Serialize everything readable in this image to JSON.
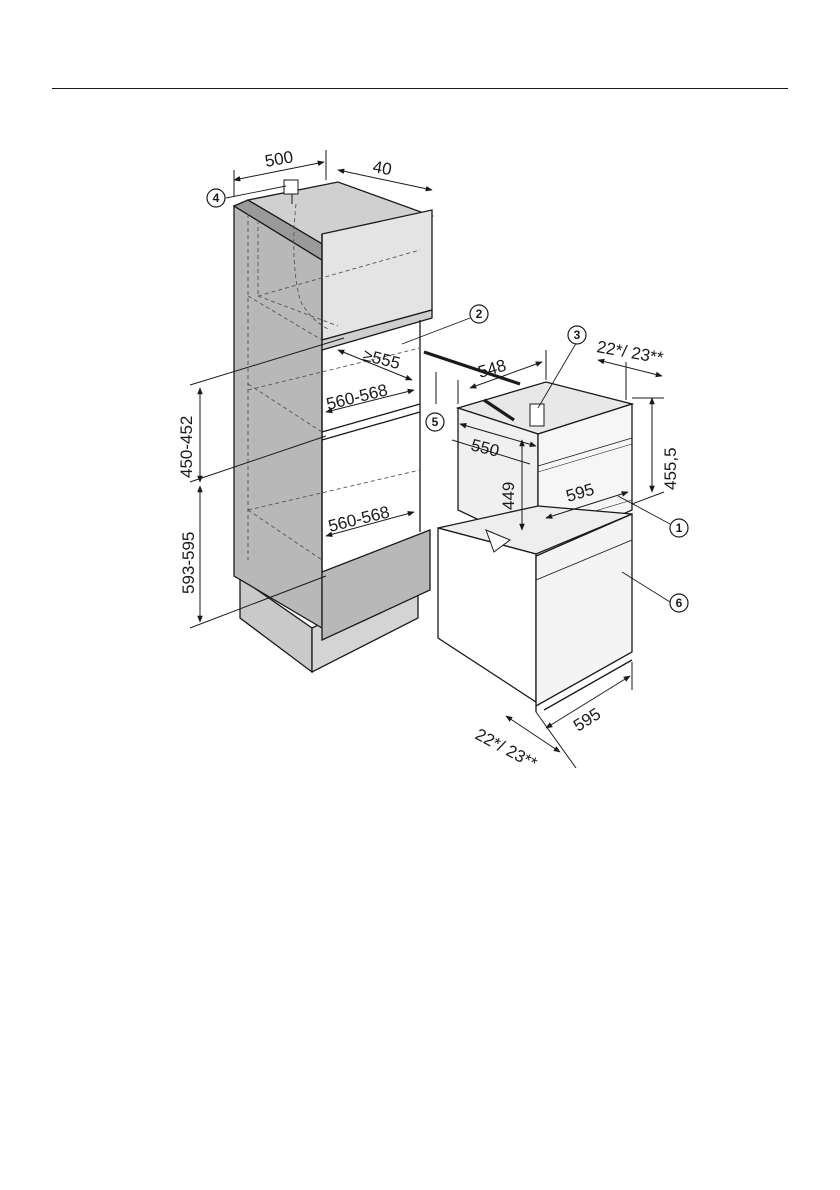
{
  "dimensions": {
    "top_depth": "500",
    "top_gap": "40",
    "niche_depth_min": "≥555",
    "niche_width_upper": "560-568",
    "niche_height": "450-452",
    "niche_width_lower": "560-568",
    "lower_height": "593-595",
    "appliance_depth": "548",
    "appliance_body_depth": "550",
    "front_thickness_top": "22*/ 23**",
    "appliance_height": "455,5",
    "body_height": "449",
    "appliance_width": "595",
    "oven_width": "595",
    "front_thickness_bottom": "22*/ 23**"
  },
  "callouts": [
    "1",
    "2",
    "3",
    "4",
    "5",
    "6"
  ],
  "colors": {
    "cabinet_side": "#b8b8b8",
    "cabinet_edge": "#9a9a9a",
    "appliance_front": "#f4f4f4",
    "line": "#1a1a1a"
  }
}
